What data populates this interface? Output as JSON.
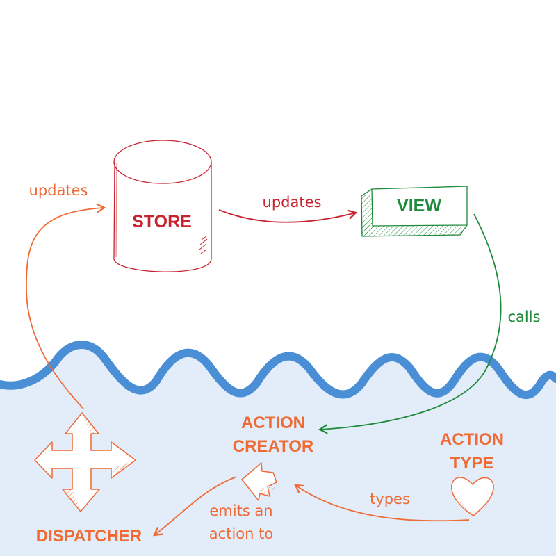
{
  "nodes": {
    "store": {
      "label": "STORE"
    },
    "view": {
      "label": "VIEW"
    },
    "action_creator": {
      "line1": "ACTION",
      "line2": "CREATOR"
    },
    "action_type": {
      "line1": "ACTION",
      "line2": "TYPE"
    },
    "dispatcher": {
      "label": "DISPATCHER"
    }
  },
  "edges": {
    "dispatcher_to_store": {
      "label": "updates"
    },
    "store_to_view": {
      "label": "updates"
    },
    "view_to_action_creator": {
      "label": "calls"
    },
    "action_type_to_action_creator": {
      "label": "types"
    },
    "action_creator_to_dispatcher": {
      "line1": "emits an",
      "line2": "action to"
    }
  },
  "colors": {
    "orange": "#ef6a35",
    "red": "#c8242f",
    "green": "#1e8a3a",
    "wave": "#4a8fd6",
    "water": "#e2edf9"
  }
}
